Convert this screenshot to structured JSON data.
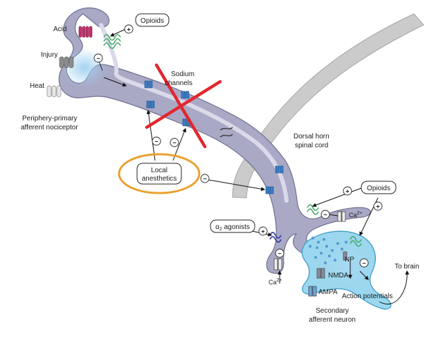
{
  "labels": {
    "acid": "Acid",
    "injury": "Injury",
    "heat": "Heat",
    "periphery_line1": "Periphery-primary",
    "periphery_line2": "afferent nociceptor",
    "sodium_line1": "Sodium",
    "sodium_line2": "channels",
    "dorsal_line1": "Dorsal horn",
    "dorsal_line2": "spinal cord",
    "local_line1": "Local",
    "local_line2": "anesthetics",
    "opioids_top": "Opioids",
    "opioids_right": "Opioids",
    "alpha2_prefix": "α",
    "alpha2_sub": "2",
    "alpha2_suffix": " agonists",
    "ca_left": "Ca",
    "ca_left_sup": "2+",
    "ca_right": "Ca",
    "ca_right_sup": "2+",
    "np": "NP",
    "nmda": "NMDA",
    "ampa": "AMPA",
    "action_potentials": "Action potentials",
    "to_brain": "To brain",
    "secondary_line1": "Secondary",
    "secondary_line2": "afferent neuron"
  },
  "signs": {
    "plus": "+",
    "minus": "−"
  },
  "colors": {
    "neuron_fill": "#a9a9c6",
    "neuron_edge": "#6f6f90",
    "spinal_cord": "#c8c8c8",
    "sodium_channel": "#3a7cc4",
    "acid_receptor": "#c0306a",
    "opioid_receptor": "#46a86b",
    "alpha2_receptor": "#3b3f9a",
    "injury_receptor": "#8c8c8c",
    "heat_receptor": "#d8d8d8",
    "blue_glow": "#b6dcf3",
    "secondary_neuron": "#8fd0ea",
    "red_x": "#e3262e",
    "anesthetic_ring": "#eaa030"
  }
}
